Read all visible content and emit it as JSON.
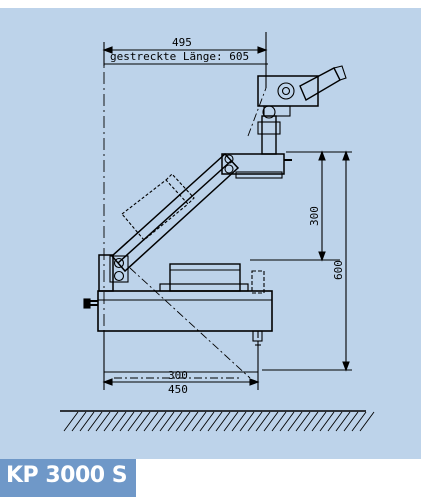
{
  "product": {
    "model": "KP 3000 S"
  },
  "dimensions": {
    "top_width": "495",
    "extended_length": "gestreckte Länge: 605",
    "height_upper": "300",
    "height_total": "600",
    "base_inner": "300",
    "base_outer": "450"
  },
  "colors": {
    "panel_bg": "#bdd3ea",
    "badge_bg": "#6f98c8",
    "badge_text": "#ffffff",
    "line": "#000000"
  }
}
